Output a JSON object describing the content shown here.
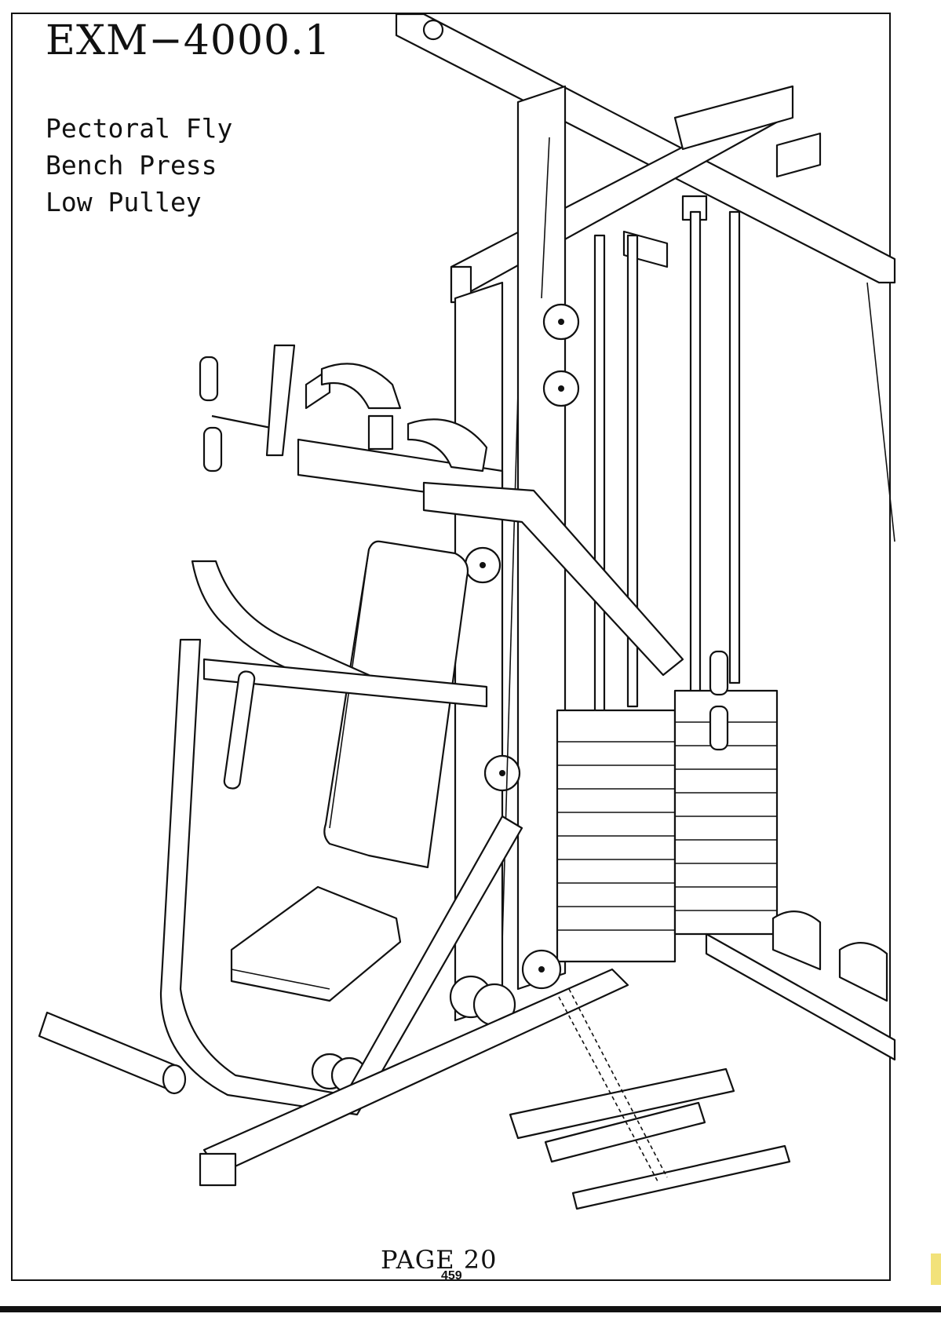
{
  "header": {
    "model": "EXM−4000.1"
  },
  "exercises": [
    "Pectoral Fly",
    "Bench Press",
    "Low Pulley"
  ],
  "footer": {
    "page_label": "PAGE 20",
    "page_number": "459"
  },
  "illustration": {
    "subject": "home-gym-line-drawing-icon"
  }
}
